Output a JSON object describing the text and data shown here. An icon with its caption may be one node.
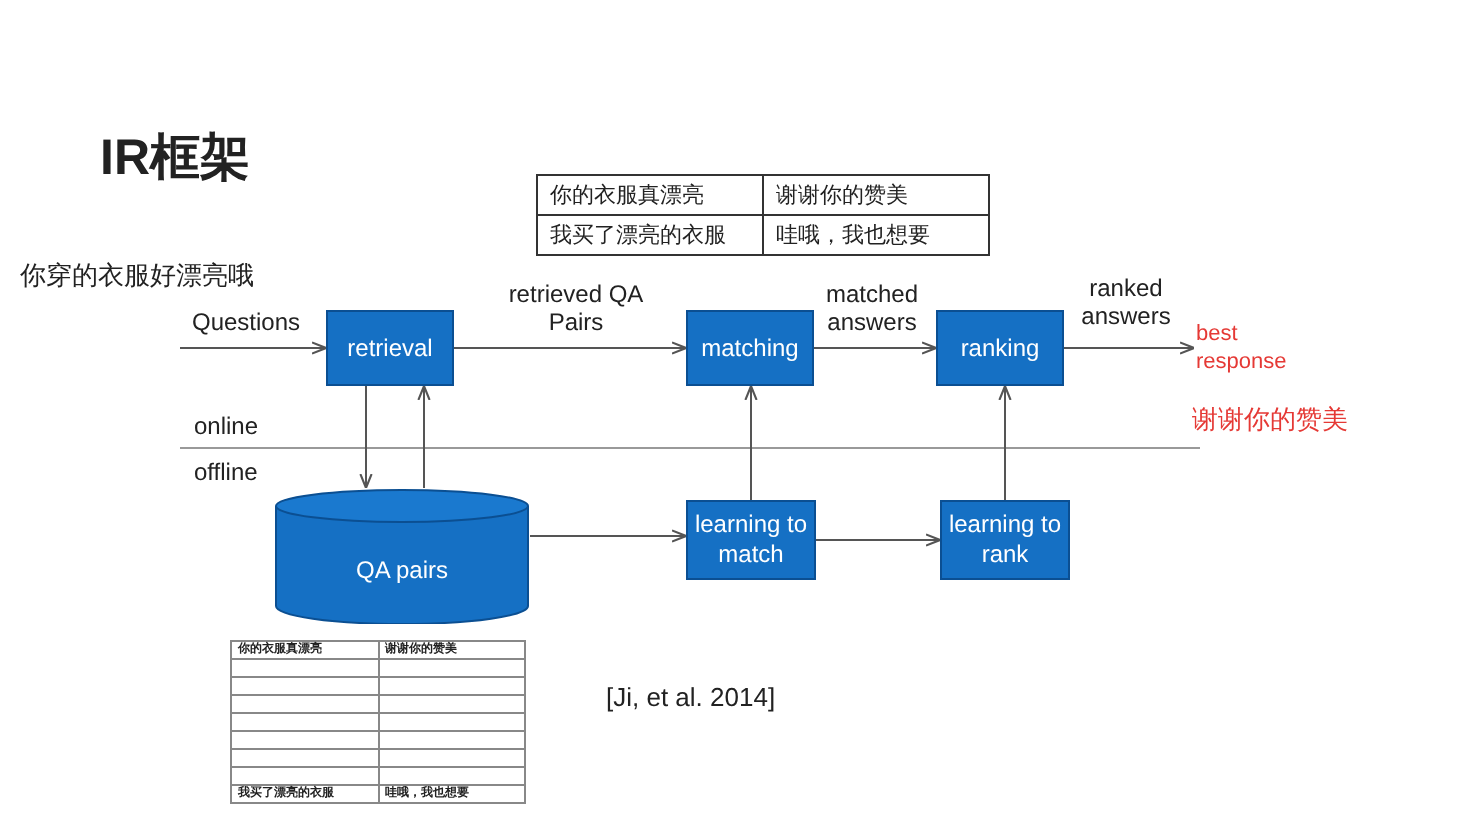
{
  "diagram": {
    "title": "IR框架",
    "nodes": [
      {
        "text": [
          "retrieval"
        ]
      },
      {
        "text": [
          "matching"
        ]
      },
      {
        "text": [
          "ranking"
        ]
      },
      {
        "text": [
          "QA pairs"
        ]
      },
      {
        "text": [
          "learning to match"
        ]
      },
      {
        "text": [
          "learning to rank"
        ]
      },
      {
        "text": [
          "best response"
        ]
      }
    ],
    "edges": [
      {
        "from": null,
        "to": 0,
        "arrow": "to",
        "label": "Questions"
      },
      {
        "from": 0,
        "to": 1,
        "arrow": "to",
        "label": "retrieved QA Pairs"
      },
      {
        "from": 1,
        "to": 2,
        "arrow": "to",
        "label": "matched answers"
      },
      {
        "from": 2,
        "to": 6,
        "arrow": "to",
        "label": "ranked answers"
      },
      {
        "from": 0,
        "to": 3,
        "arrow": "to"
      },
      {
        "from": 3,
        "to": 0,
        "arrow": "to"
      },
      {
        "from": 3,
        "to": 4,
        "arrow": "to"
      },
      {
        "from": 4,
        "to": 5,
        "arrow": "to"
      },
      {
        "from": 4,
        "to": 1,
        "arrow": "to"
      },
      {
        "from": 5,
        "to": 2,
        "arrow": "to"
      }
    ],
    "labels": [
      "你的衣服真漂亮",
      "谢谢你的赞美",
      "我买了漂亮的衣服",
      "哇哦，我也想要",
      "你穿的衣服好漂亮哦",
      "online",
      "谢谢你的赞美",
      "offline",
      "你的衣服真漂亮",
      "谢谢你的赞美",
      "我买了漂亮的衣服",
      "哇哦，我也想要",
      "[Ji, et al. 2014]"
    ]
  }
}
